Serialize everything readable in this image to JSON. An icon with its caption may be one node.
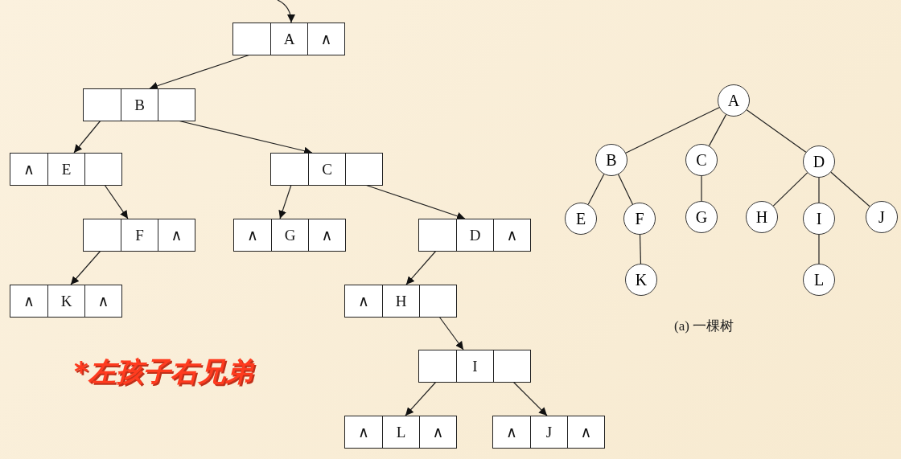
{
  "diagram": {
    "nodes": [
      {
        "text": [],
        "shape": "box"
      },
      {
        "text": [],
        "shape": "box",
        "in": 0
      },
      {
        "text": [
          "A"
        ],
        "in": 0
      },
      {
        "text": [
          "∧"
        ],
        "in": 0
      },
      {
        "text": [],
        "shape": "box"
      },
      {
        "text": [],
        "shape": "box",
        "in": 4
      },
      {
        "text": [
          "B"
        ],
        "in": 4
      },
      {
        "text": [],
        "shape": "box",
        "in": 4
      },
      {
        "text": [],
        "shape": "box"
      },
      {
        "text": [
          "∧"
        ],
        "in": 8
      },
      {
        "text": [
          "E"
        ],
        "in": 8
      },
      {
        "text": [],
        "shape": "box",
        "in": 8
      },
      {
        "text": [],
        "shape": "box"
      },
      {
        "text": [],
        "shape": "box",
        "in": 12
      },
      {
        "text": [
          "C"
        ],
        "in": 12
      },
      {
        "text": [],
        "shape": "box",
        "in": 12
      },
      {
        "text": [],
        "shape": "box"
      },
      {
        "text": [],
        "shape": "box",
        "in": 16
      },
      {
        "text": [
          "F"
        ],
        "in": 16
      },
      {
        "text": [
          "∧"
        ],
        "in": 16
      },
      {
        "text": [],
        "shape": "box"
      },
      {
        "text": [
          "∧"
        ],
        "in": 20
      },
      {
        "text": [
          "G"
        ],
        "in": 20
      },
      {
        "text": [
          "∧"
        ],
        "in": 20
      },
      {
        "text": [],
        "shape": "box"
      },
      {
        "text": [],
        "shape": "box",
        "in": 24
      },
      {
        "text": [
          "D"
        ],
        "in": 24
      },
      {
        "text": [
          "∧"
        ],
        "in": 24
      },
      {
        "text": [],
        "shape": "box"
      },
      {
        "text": [
          "∧"
        ],
        "in": 28
      },
      {
        "text": [
          "K"
        ],
        "in": 28
      },
      {
        "text": [
          "∧"
        ],
        "in": 28
      },
      {
        "text": [],
        "shape": "box"
      },
      {
        "text": [
          "∧"
        ],
        "in": 32
      },
      {
        "text": [
          "H"
        ],
        "in": 32
      },
      {
        "text": [],
        "shape": "box",
        "in": 32
      },
      {
        "text": [],
        "shape": "box"
      },
      {
        "text": [],
        "shape": "box",
        "in": 36
      },
      {
        "text": [
          "I"
        ],
        "in": 36
      },
      {
        "text": [],
        "shape": "box",
        "in": 36
      },
      {
        "text": [],
        "shape": "box"
      },
      {
        "text": [
          "∧"
        ],
        "in": 40
      },
      {
        "text": [
          "L"
        ],
        "in": 40
      },
      {
        "text": [
          "∧"
        ],
        "in": 40
      },
      {
        "text": [],
        "shape": "box"
      },
      {
        "text": [
          "∧"
        ],
        "in": 44
      },
      {
        "text": [
          "J"
        ],
        "in": 44
      },
      {
        "text": [
          "∧"
        ],
        "in": 44
      },
      {
        "text": [
          "A"
        ]
      },
      {
        "text": [
          "B"
        ]
      },
      {
        "text": [
          "C"
        ]
      },
      {
        "text": [
          "D"
        ]
      },
      {
        "text": [
          "E"
        ]
      },
      {
        "text": [
          "F"
        ]
      },
      {
        "text": [
          "G"
        ]
      },
      {
        "text": [
          "H"
        ]
      },
      {
        "text": [
          "I"
        ]
      },
      {
        "text": [
          "J"
        ]
      },
      {
        "text": [
          "K"
        ]
      },
      {
        "text": [
          "L"
        ]
      }
    ],
    "edges": [
      {
        "from": null,
        "to": 0,
        "arrow": "to"
      },
      {
        "from": 1,
        "to": 4,
        "arrow": "to"
      },
      {
        "from": 5,
        "to": 8,
        "arrow": "to"
      },
      {
        "from": 7,
        "to": 12,
        "arrow": "to"
      },
      {
        "from": 11,
        "to": 16,
        "arrow": "to"
      },
      {
        "from": 13,
        "to": 20,
        "arrow": "to"
      },
      {
        "from": 15,
        "to": 24,
        "arrow": "to"
      },
      {
        "from": 17,
        "to": 28,
        "arrow": "to"
      },
      {
        "from": 25,
        "to": 32,
        "arrow": "to"
      },
      {
        "from": 35,
        "to": 36,
        "arrow": "to"
      },
      {
        "from": 37,
        "to": 40,
        "arrow": "to"
      },
      {
        "from": 39,
        "to": 44,
        "arrow": "to"
      },
      {
        "from": 48,
        "to": 49,
        "arrow": "none"
      },
      {
        "from": 48,
        "to": 50,
        "arrow": "none"
      },
      {
        "from": 48,
        "to": 51,
        "arrow": "none"
      },
      {
        "from": 49,
        "to": 52,
        "arrow": "none"
      },
      {
        "from": 49,
        "to": 53,
        "arrow": "none"
      },
      {
        "from": 50,
        "to": 54,
        "arrow": "none"
      },
      {
        "from": 51,
        "to": 55,
        "arrow": "none"
      },
      {
        "from": 51,
        "to": 56,
        "arrow": "none"
      },
      {
        "from": 51,
        "to": 57,
        "arrow": "none"
      },
      {
        "from": 53,
        "to": 58,
        "arrow": "none"
      },
      {
        "from": 56,
        "to": 59,
        "arrow": "none"
      }
    ],
    "labels": [
      "*左孩子右兄弟",
      "(a) 一棵树"
    ]
  }
}
